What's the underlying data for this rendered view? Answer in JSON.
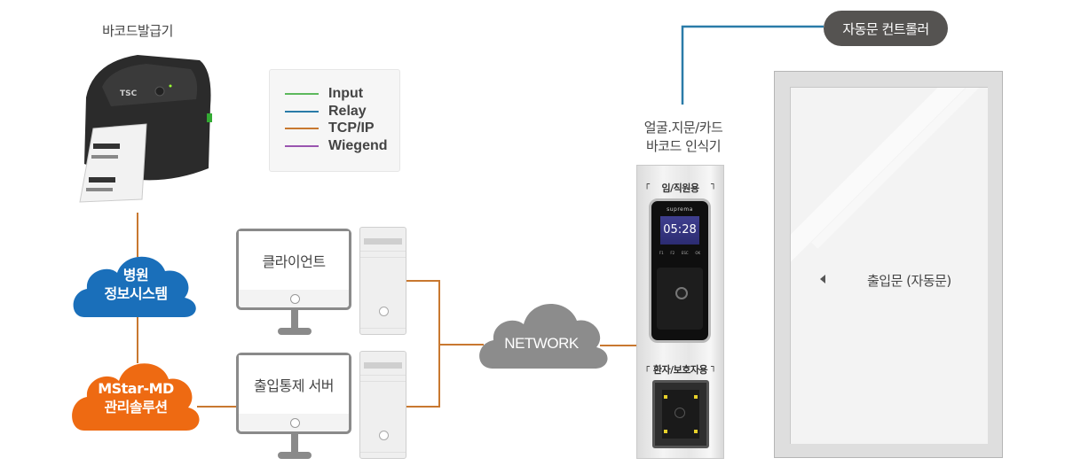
{
  "diagram": {
    "printer": {
      "label": "바코드발급기",
      "brand": "TSC"
    },
    "legend": {
      "items": [
        {
          "label": "Input",
          "color": "#5cb85c"
        },
        {
          "label": "Relay",
          "color": "#2a7ba8"
        },
        {
          "label": "TCP/IP",
          "color": "#c87830"
        },
        {
          "label": "Wiegend",
          "color": "#9a55b0"
        }
      ]
    },
    "hospital_cloud": {
      "line1": "병원",
      "line2": "정보시스템",
      "color": "#1a6fba"
    },
    "mstar_cloud": {
      "line1": "MStar-MD",
      "line2": "관리솔루션",
      "color": "#ee6a12"
    },
    "client": {
      "label": "클라이언트"
    },
    "server": {
      "label": "출입통제 서버"
    },
    "network": {
      "label": "NETWORK",
      "color": "#8c8c8c"
    },
    "reader": {
      "caption_line1": "얼굴.지문/카드",
      "caption_line2": "바코드 인식기",
      "staff_label": "임/직원용",
      "patient_label": "환자/보호자용",
      "brand": "suprema",
      "time": "05:28",
      "keys": [
        "F1",
        "F2",
        "ESC",
        "OK"
      ]
    },
    "controller": {
      "label": "자동문 컨트롤러"
    },
    "door": {
      "label": "출입문 (자동문)"
    },
    "colors": {
      "tcpip": "#c87830",
      "relay": "#2a7ba8"
    }
  }
}
